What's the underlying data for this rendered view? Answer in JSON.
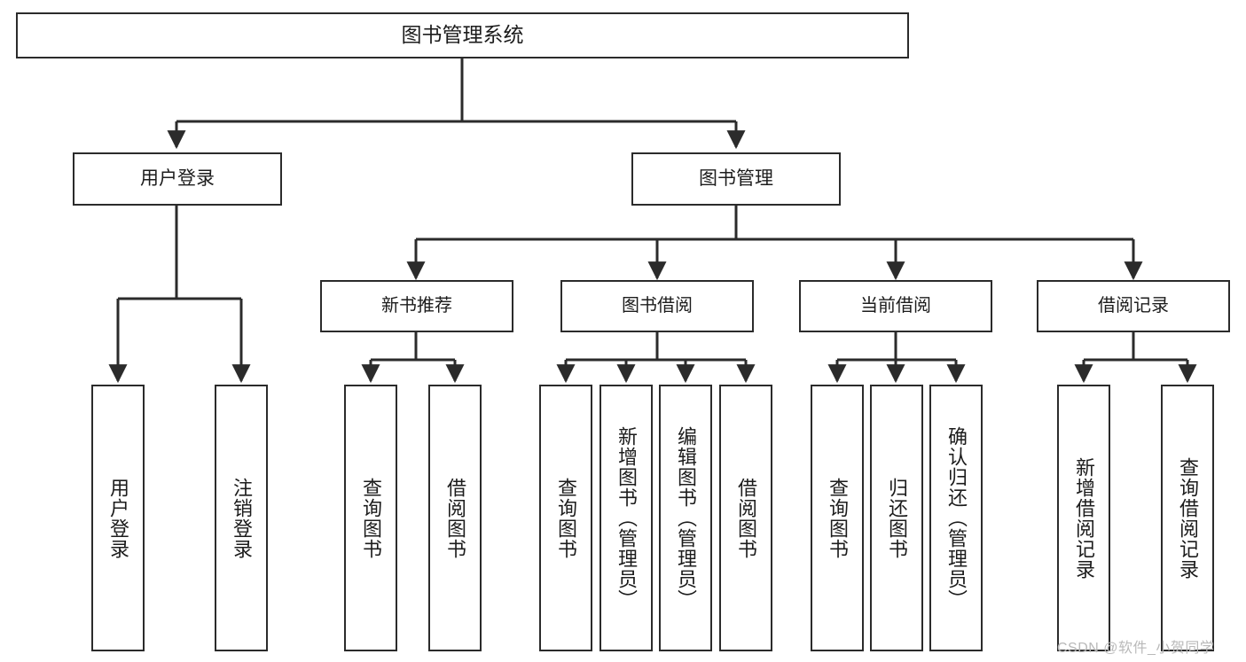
{
  "diagram": {
    "title": "图书管理系统",
    "type": "tree-hierarchy-chart",
    "orientation": "top-down",
    "colors": {
      "box_border": "#2b2b2b",
      "box_fill": "#ffffff",
      "edge": "#2b2b2b",
      "text": "#1c1c1c",
      "watermark": "#b9b9b9",
      "background": "#ffffff"
    }
  },
  "root": {
    "label": "图书管理系统"
  },
  "level1": [
    {
      "id": "user-login",
      "label": "用户登录"
    },
    {
      "id": "book-management",
      "label": "图书管理"
    }
  ],
  "level2": [
    {
      "id": "new-book-recommend",
      "label": "新书推荐",
      "parent": "book-management"
    },
    {
      "id": "book-borrow",
      "label": "图书借阅",
      "parent": "book-management"
    },
    {
      "id": "current-borrow",
      "label": "当前借阅",
      "parent": "book-management"
    },
    {
      "id": "borrow-record",
      "label": "借阅记录",
      "parent": "book-management"
    }
  ],
  "leaves": {
    "user_login": [
      {
        "id": "leaf-user-login",
        "label": "用户登录"
      },
      {
        "id": "leaf-user-logout",
        "label": "注销登录"
      }
    ],
    "new_book_recommend": [
      {
        "id": "leaf-query-book-1",
        "label": "查询图书"
      },
      {
        "id": "leaf-borrow-book-1",
        "label": "借阅图书"
      }
    ],
    "book_borrow": [
      {
        "id": "leaf-query-book-2",
        "label": "查询图书"
      },
      {
        "id": "leaf-add-book",
        "label": "新增图书（管理员）"
      },
      {
        "id": "leaf-edit-book",
        "label": "编辑图书（管理员）"
      },
      {
        "id": "leaf-borrow-book-2",
        "label": "借阅图书"
      }
    ],
    "current_borrow": [
      {
        "id": "leaf-query-book-3",
        "label": "查询图书"
      },
      {
        "id": "leaf-return-book",
        "label": "归还图书"
      },
      {
        "id": "leaf-confirm-return",
        "label": "确认归还（管理员）"
      }
    ],
    "borrow_record": [
      {
        "id": "leaf-add-record",
        "label": "新增借阅记录"
      },
      {
        "id": "leaf-query-record",
        "label": "查询借阅记录"
      }
    ]
  },
  "watermark": {
    "text": "CSDN @软件_小贺同学"
  }
}
